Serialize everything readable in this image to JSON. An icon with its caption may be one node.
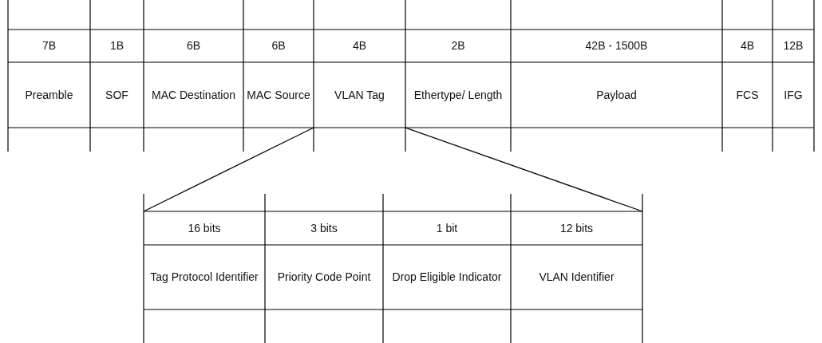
{
  "diagram": {
    "labels": [
      "7B",
      "1B",
      "6B",
      "6B",
      "4B",
      "2B",
      "42B - 1500B",
      "4B",
      "12B",
      "Preamble",
      "SOF",
      "MAC Destination",
      "MAC Source",
      "VLAN Tag",
      "Ethertype/ Length",
      "Payload",
      "FCS",
      "IFG",
      "16 bits",
      "3 bits",
      "1 bit",
      "12 bits",
      "Tag Protocol Identifier",
      "Priority Code Point",
      "Drop Eligible Indicator",
      "VLAN Identifier"
    ]
  }
}
